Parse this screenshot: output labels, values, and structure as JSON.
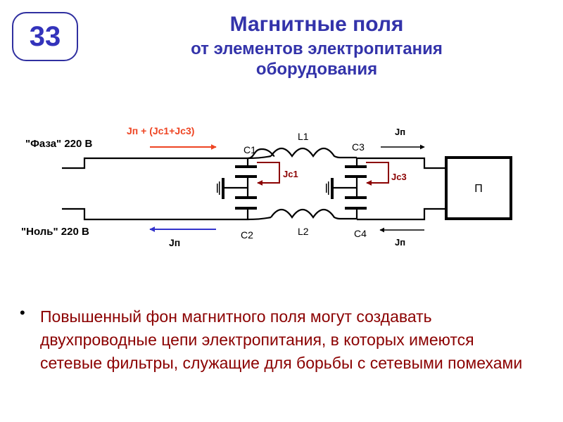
{
  "slide_number": "33",
  "title": {
    "line1": "Магнитные  поля",
    "line2": "от элементов электропитания",
    "line3": "оборудования"
  },
  "diagram": {
    "phase_label": "\"Фаза\" 220 В",
    "neutral_label": "\"Ноль\" 220 В",
    "top_current_label": "Jп + (Jc1+Jc3)",
    "bottom_current_label": "Jп",
    "right_top_current": "Jп",
    "right_bottom_current": "Jп",
    "c1": "C1",
    "c2": "C2",
    "c3": "C3",
    "c4": "C4",
    "l1": "L1",
    "l2": "L2",
    "jc1": "Jc1",
    "jc3": "Jc3",
    "load": "П",
    "colors": {
      "phase_arrow": "#ee4422",
      "neutral_arrow": "#3333cc",
      "leak": "#8b0000"
    }
  },
  "bullet_text": "Повышенный фон магнитного поля могут создавать двухпроводные цепи электропитания, в которых имеются сетевые фильтры, служащие для борьбы с сетевыми помехами"
}
